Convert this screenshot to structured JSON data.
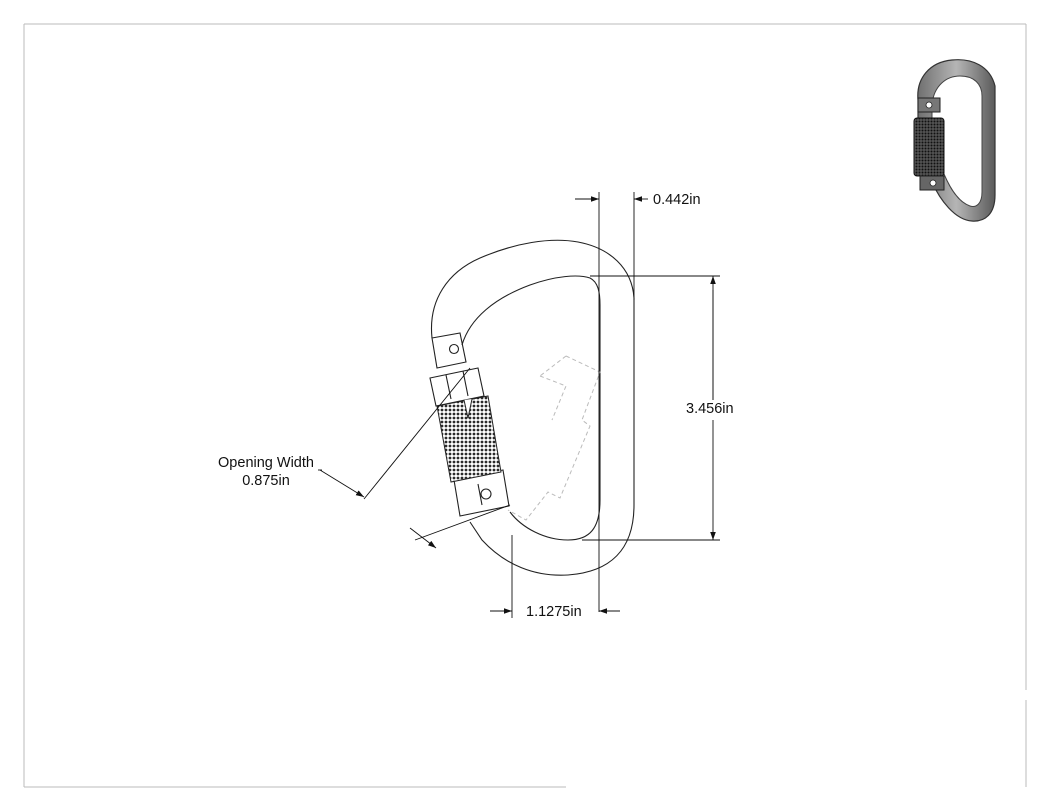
{
  "drawing": {
    "dimensions": {
      "spine_width": "0.442in",
      "inner_length": "3.456in",
      "opening_label": "Opening Width",
      "opening_value": "0.875in",
      "inner_width": "1.1275in"
    },
    "colors": {
      "line": "#222222",
      "frame": "#bbbbbb",
      "knurl": "#2a2a2a",
      "render_body": "#8d8d8d",
      "render_dark": "#3a3a3a"
    }
  }
}
